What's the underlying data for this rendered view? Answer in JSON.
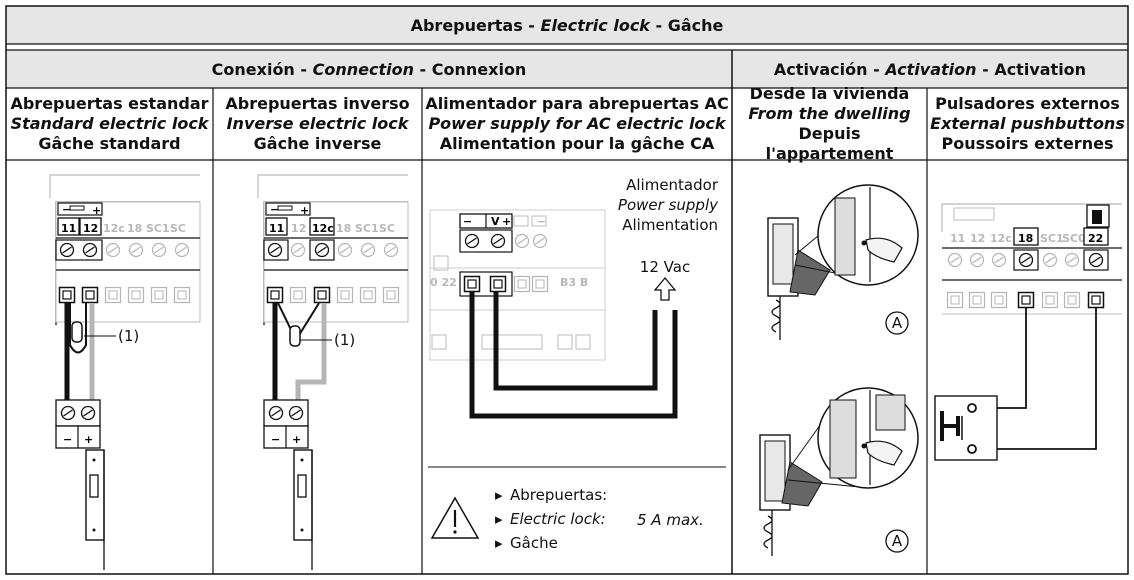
{
  "title": {
    "es": "Abrepuertas",
    "sep1": " - ",
    "en": "Electric lock",
    "sep2": " - ",
    "fr": "Gâche"
  },
  "sections": {
    "connection": {
      "es": "Conexión",
      "sep1": " - ",
      "en": "Connection",
      "sep2": " - ",
      "fr": "Connexion"
    },
    "activation": {
      "es": "Activación",
      "sep1": " - ",
      "en": "Activation",
      "sep2": " - ",
      "fr": "Activation"
    }
  },
  "columns": [
    {
      "es": "Abrepuertas estandar",
      "en": "Standard electric lock",
      "fr": "Gâche standard"
    },
    {
      "es": "Abrepuertas inverso",
      "en": "Inverse electric lock",
      "fr": "Gâche inverse"
    },
    {
      "es": "Alimentador para abrepuertas AC",
      "en": "Power supply for AC electric lock",
      "fr": "Alimentation pour la gâche CA"
    },
    {
      "es": "Desde la vivienda",
      "en": "From the dwelling",
      "fr": "Depuis l'appartement"
    },
    {
      "es": "Pulsadores externos",
      "en": "External pushbuttons",
      "fr": "Poussoirs externes"
    }
  ],
  "terminals": {
    "std": [
      "11",
      "12",
      "12c",
      "18",
      "SC1",
      "SC"
    ],
    "inv": [
      "11",
      "12",
      "12c",
      "18",
      "SC1",
      "SC"
    ],
    "ac_top": [
      "−",
      "V",
      "+",
      "−"
    ],
    "ac_side": [
      "0 22",
      "B3 B"
    ],
    "ext": [
      "11",
      "12",
      "12c",
      "18",
      "SC1",
      "SC0",
      "22"
    ],
    "lock_polarity": [
      "−",
      "+"
    ]
  },
  "callouts": {
    "resistor": "(1)",
    "detail": "A"
  },
  "supply": {
    "es": "Alimentador",
    "en": "Power supply",
    "fr": "Alimentation",
    "voltage": "12 Vac"
  },
  "warning": {
    "es": "Abrepuertas:",
    "en": "Electric lock:",
    "fr": "Gâche",
    "limit": "5 A max."
  },
  "bullet": "▸"
}
